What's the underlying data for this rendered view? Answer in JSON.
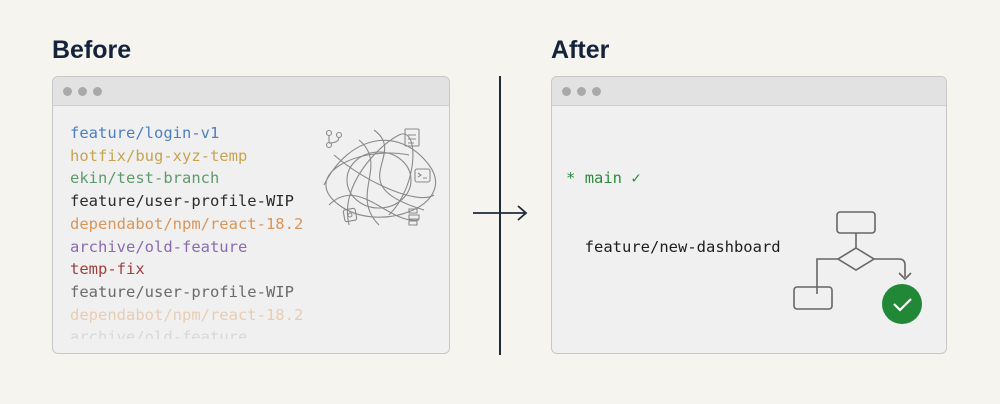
{
  "before": {
    "title": "Before",
    "branches": [
      {
        "name": "feature/login-v1",
        "color": "#4d7fbf"
      },
      {
        "name": "hotfix/bug-xyz-temp",
        "color": "#c8a451"
      },
      {
        "name": "ekin/test-branch",
        "color": "#5f9a6c"
      },
      {
        "name": "feature/user-profile-WIP",
        "color": "#2b2b2b"
      },
      {
        "name": "dependabot/npm/react-18.2",
        "color": "#d9955a"
      },
      {
        "name": "archive/old-feature",
        "color": "#8b6bb0"
      },
      {
        "name": "temp-fix",
        "color": "#9e3f3f"
      },
      {
        "name": "feature/user-profile-WIP",
        "color": "#6a6a6a"
      },
      {
        "name": "dependabot/npm/react-18.2",
        "color": "#e9cdb0"
      },
      {
        "name": "archive/old-feature",
        "color": "#d8d8d8"
      }
    ],
    "illustration": "tangled-branches-icon"
  },
  "after": {
    "title": "After",
    "current_marker": "*",
    "current_branch": "main",
    "other_branch": "feature/new-dashboard",
    "accent": "#2b8a3e",
    "illustration": "flowchart-icon"
  },
  "arrow": "arrow-right-icon"
}
